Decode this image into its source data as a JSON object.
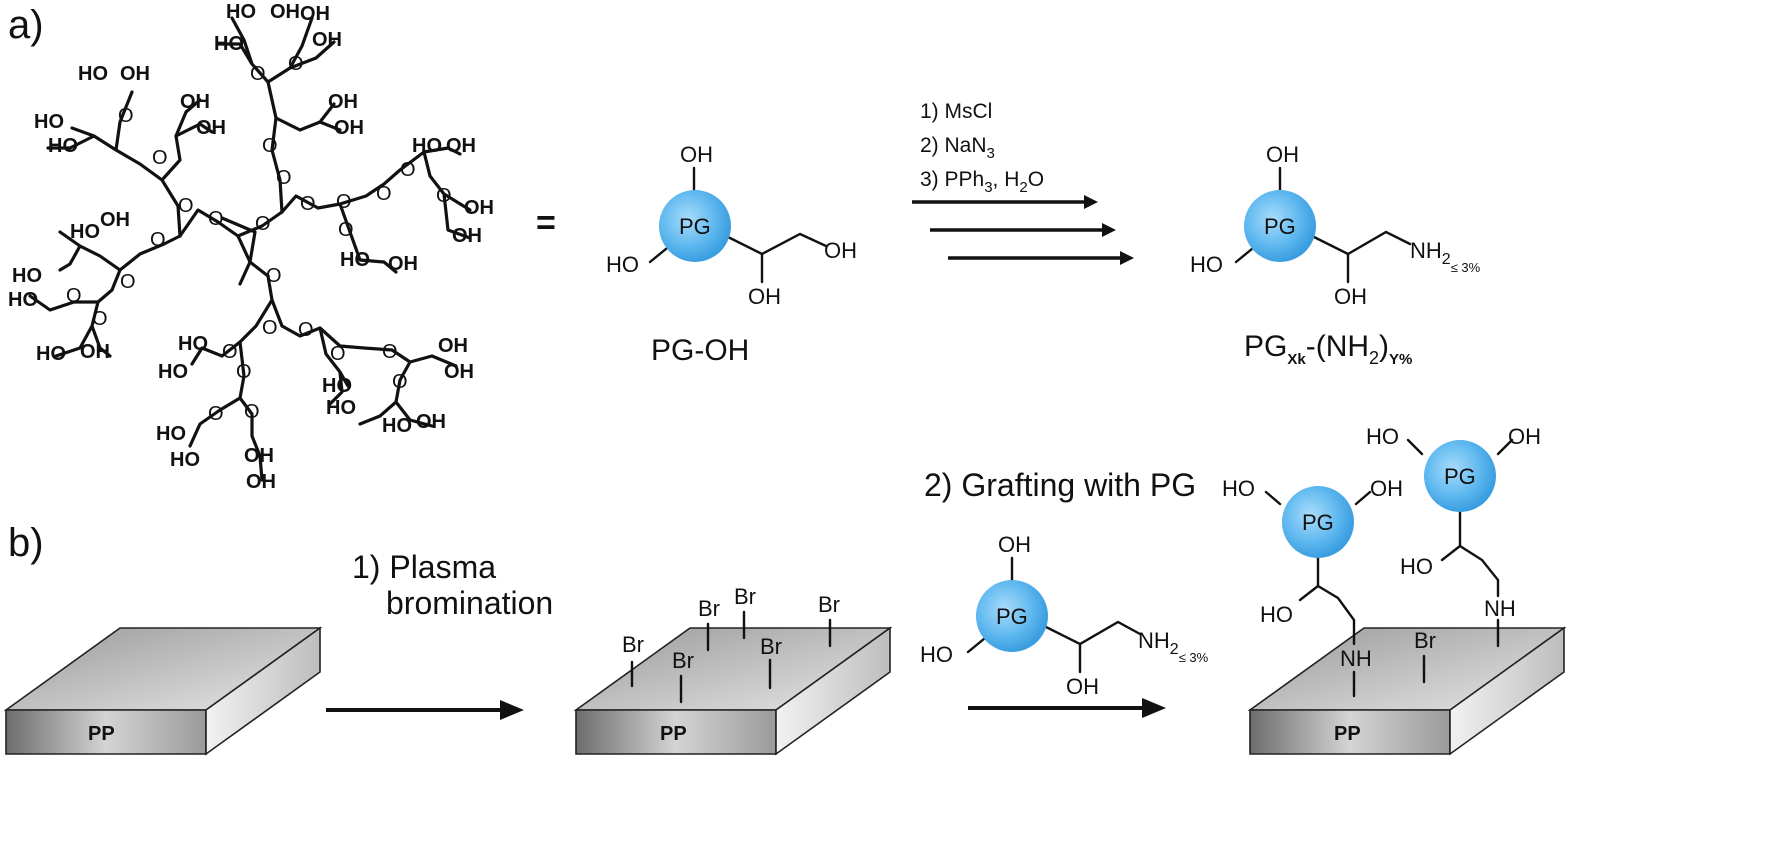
{
  "panels": {
    "a": "a)",
    "b": "b)"
  },
  "equals": "=",
  "pg": "PG",
  "oh": "OH",
  "ho": "HO",
  "o": "O",
  "br": "Br",
  "nh": "NH",
  "nh2": "NH",
  "sub2": "2",
  "sub_le3": "≤ 3%",
  "pp": "PP",
  "names": {
    "pg_oh": "PG-OH",
    "prod_main": "PG",
    "prod_sub1": "Xk",
    "prod_mid": "-(NH",
    "prod_sub2": "2",
    "prod_close": ")",
    "prod_sub3": "Y%"
  },
  "reagents": {
    "r1": "1) MsCl",
    "r2_pre": "2) NaN",
    "r2_sub": "3",
    "r3_pre": "3) PPh",
    "r3_sub": "3",
    "r3_mid": ", H",
    "r3_sub2": "2",
    "r3_post": "O"
  },
  "steps": {
    "plasma1": "1) Plasma",
    "plasma2": "bromination",
    "grafting": "2) Grafting with PG"
  },
  "colors": {
    "pg_sphere": "#5cb6ec",
    "slab_side": "#8d8d8d",
    "slab_top": "#cfcfcf"
  }
}
